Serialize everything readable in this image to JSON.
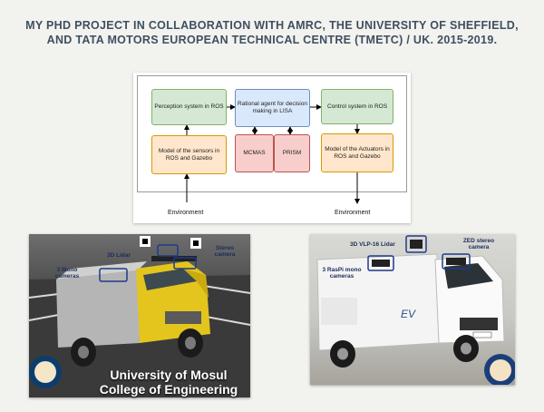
{
  "title": {
    "line1": "MY PHD PROJECT IN COLLABORATION WITH AMRC, THE UNIVERSITY OF SHEFFIELD,",
    "line2": "AND TATA MOTORS EUROPEAN TECHNICAL CENTRE (TMETC) / UK. 2015-2019."
  },
  "diagram": {
    "perception": "Perception system in ROS",
    "agent": "Rational agent for decision making in LISA",
    "control": "Control system in ROS",
    "sensors_model": "Model of the sensors in ROS and Gazebo",
    "mcmas": "MCMAS",
    "prism": "PRISM",
    "actuators_model": "Model of the Actuators in ROS and Gazebo",
    "env_left": "Environment",
    "env_right": "Environment"
  },
  "sim_photo": {
    "lidar": "3D Lidar",
    "stereo": "Stereo camera",
    "mono": "3 Mono cameras",
    "caption_line1": "University of Mosul",
    "caption_line2": "College of Engineering"
  },
  "real_photo": {
    "lidar": "3D VLP-16 Lidar",
    "zed": "ZED stereo camera",
    "raspi": "3 RasPi mono cameras"
  }
}
